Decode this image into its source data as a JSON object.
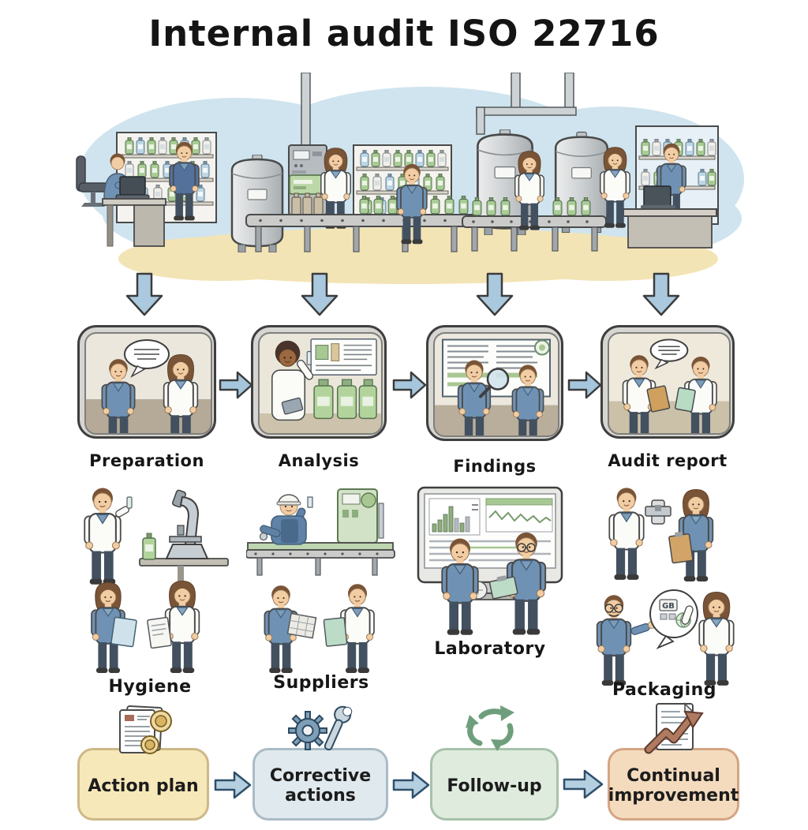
{
  "title": "Internal audit ISO 22716",
  "process_steps": [
    {
      "label": "Preparation",
      "scene": "auditors-discussion"
    },
    {
      "label": "Analysis",
      "scene": "sample-analysis"
    },
    {
      "label": "Findings",
      "scene": "findings-review"
    },
    {
      "label": "Audit report",
      "scene": "report-discussion"
    }
  ],
  "audit_areas": [
    {
      "label": "Hygiene",
      "scene": "microscope-check-and-document-review"
    },
    {
      "label": "Suppliers",
      "scene": "production-line-check-and-document-review"
    },
    {
      "label": "Laboratory",
      "scene": "data-screen-review"
    },
    {
      "label": "Packaging",
      "scene": "label-check-and-discussion"
    }
  ],
  "followup_flow": [
    {
      "label": "Action plan",
      "fill": "#f6e8b9",
      "border": "#cdb888",
      "icon": "documents-seal-icon"
    },
    {
      "label": "Corrective actions",
      "fill": "#e0e9ed",
      "border": "#a9bcc6",
      "icon": "gear-wrench-icon"
    },
    {
      "label": "Follow-up",
      "fill": "#deebdd",
      "border": "#a8c2ab",
      "icon": "recycle-arrows-icon"
    },
    {
      "label": "Continual improvement",
      "fill": "#f4dbbe",
      "border": "#d3a583",
      "icon": "chart-rise-document-icon"
    }
  ],
  "packaging_bubble_text": "GB",
  "colors": {
    "arrow_fill": "#abc9de",
    "arrow_outline": "#3c3c3c",
    "factory_cloud": "#cfe4ee",
    "factory_floor": "#f3e4b5",
    "accent_green": "#a8c893",
    "suit_blue": "#6f92b4",
    "lab_coat": "#fbfbf8"
  }
}
